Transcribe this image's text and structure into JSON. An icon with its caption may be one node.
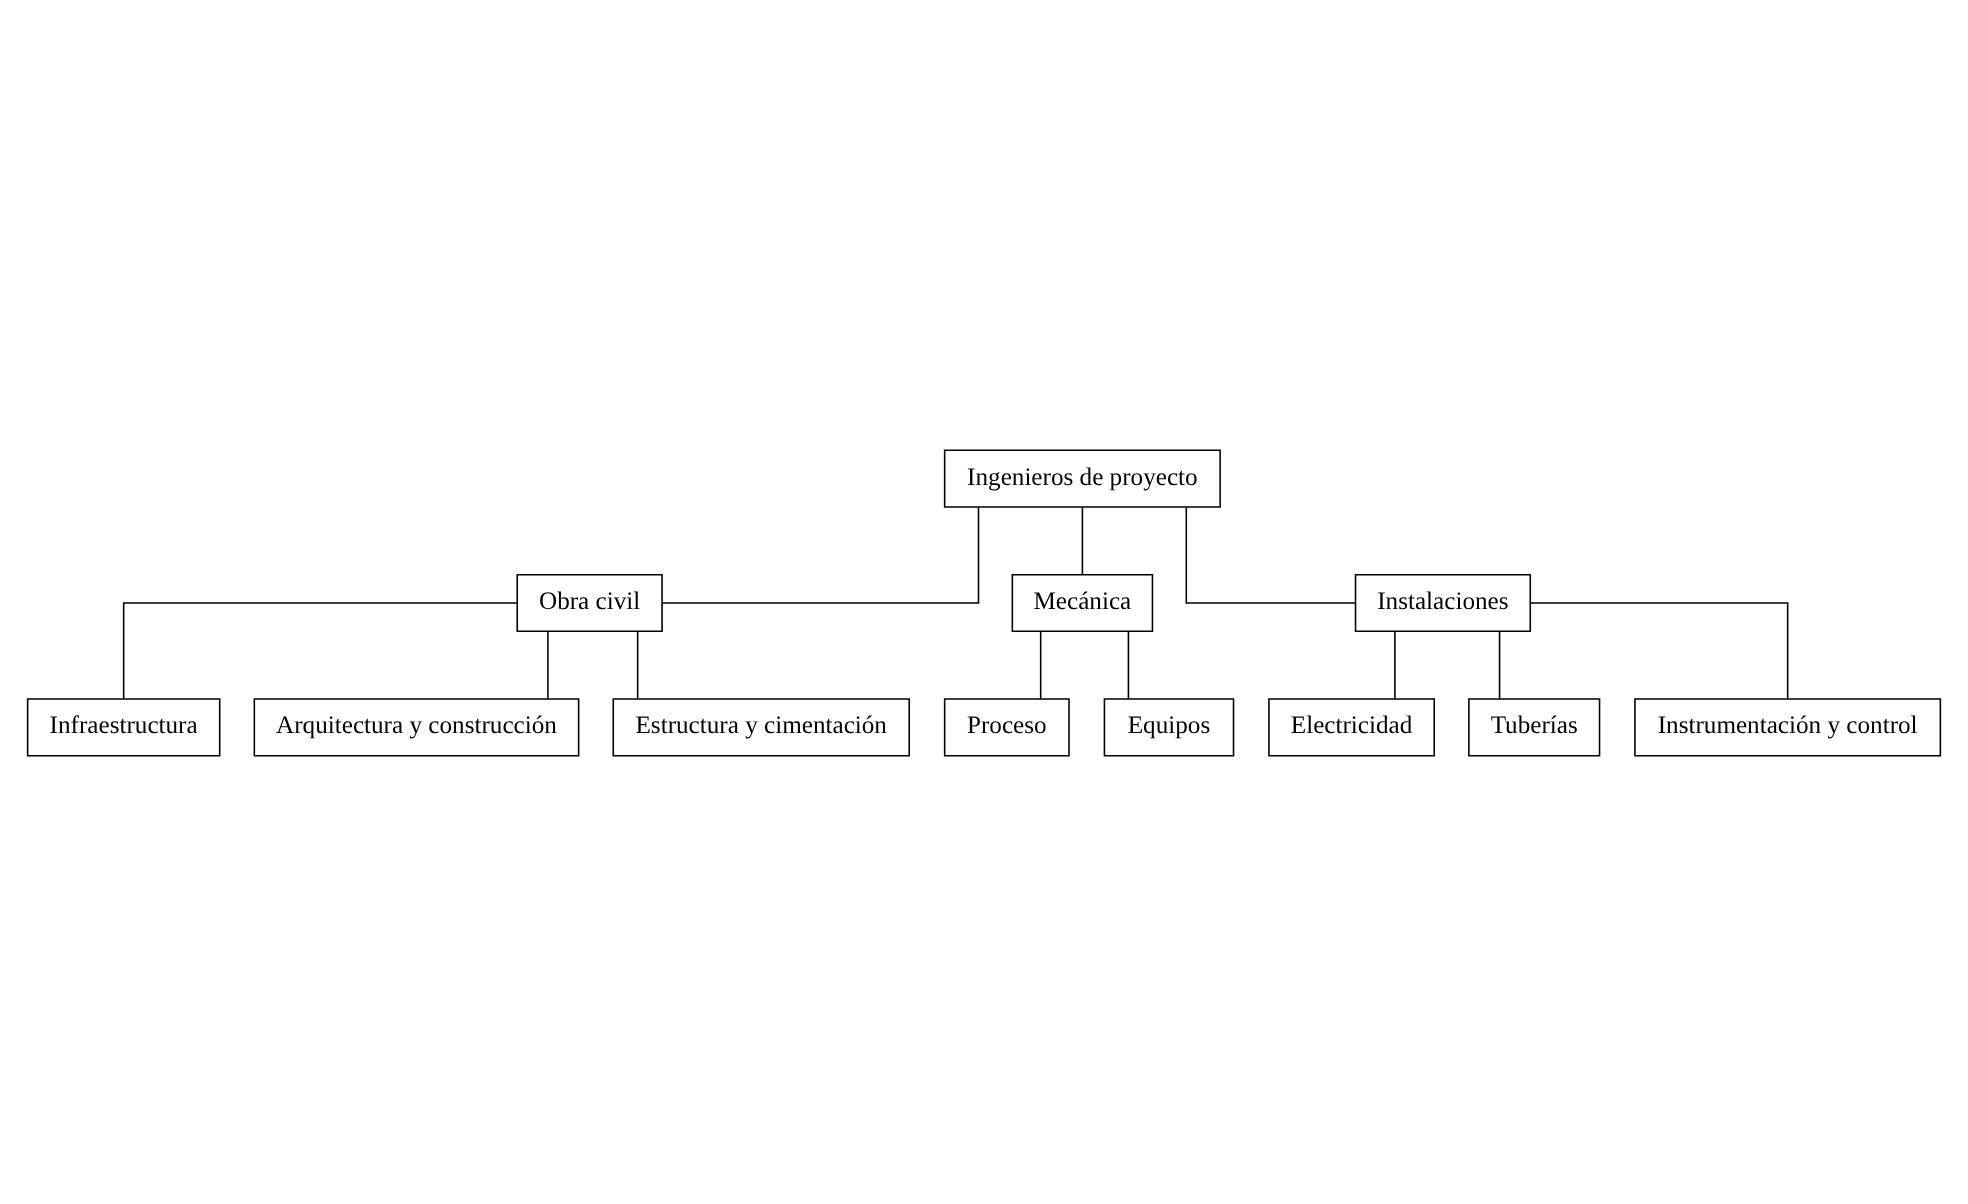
{
  "diagram": {
    "nodes": [
      {
        "text": [
          "Ingenieros de proyecto"
        ]
      },
      {
        "text": [
          "Obra civil"
        ]
      },
      {
        "text": [
          "Mecánica"
        ]
      },
      {
        "text": [
          "Instalaciones"
        ]
      },
      {
        "text": [
          "Infraestructura"
        ]
      },
      {
        "text": [
          "Arquitectura y construcción"
        ]
      },
      {
        "text": [
          "Estructura y cimentación"
        ]
      },
      {
        "text": [
          "Proceso"
        ]
      },
      {
        "text": [
          "Equipos"
        ]
      },
      {
        "text": [
          "Electricidad"
        ]
      },
      {
        "text": [
          "Tuberías"
        ]
      },
      {
        "text": [
          "Instrumentación y control"
        ]
      }
    ],
    "edges": [
      {
        "from": 0,
        "to": 1,
        "arrow": "none"
      },
      {
        "from": 0,
        "to": 2,
        "arrow": "none"
      },
      {
        "from": 0,
        "to": 3,
        "arrow": "none"
      },
      {
        "from": 1,
        "to": 4,
        "arrow": "none"
      },
      {
        "from": 1,
        "to": 5,
        "arrow": "none"
      },
      {
        "from": 1,
        "to": 6,
        "arrow": "none"
      },
      {
        "from": 2,
        "to": 7,
        "arrow": "none"
      },
      {
        "from": 2,
        "to": 8,
        "arrow": "none"
      },
      {
        "from": 3,
        "to": 9,
        "arrow": "none"
      },
      {
        "from": 3,
        "to": 10,
        "arrow": "none"
      },
      {
        "from": 3,
        "to": 11,
        "arrow": "none"
      }
    ]
  }
}
